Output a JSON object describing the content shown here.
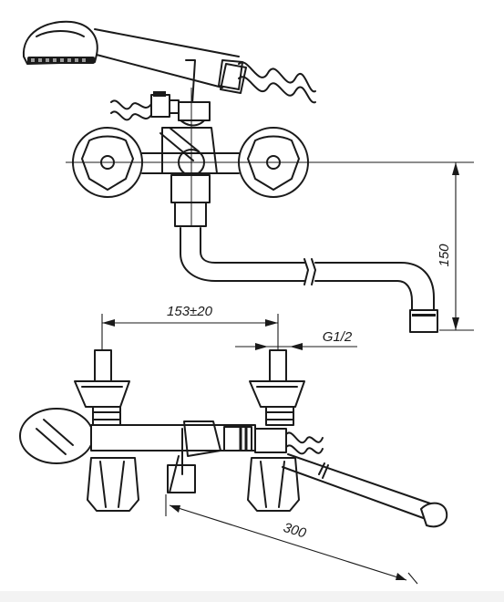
{
  "dimensions": {
    "spacing": "153±20",
    "thread": "G1/2",
    "height": "150",
    "hose_length": "300"
  }
}
